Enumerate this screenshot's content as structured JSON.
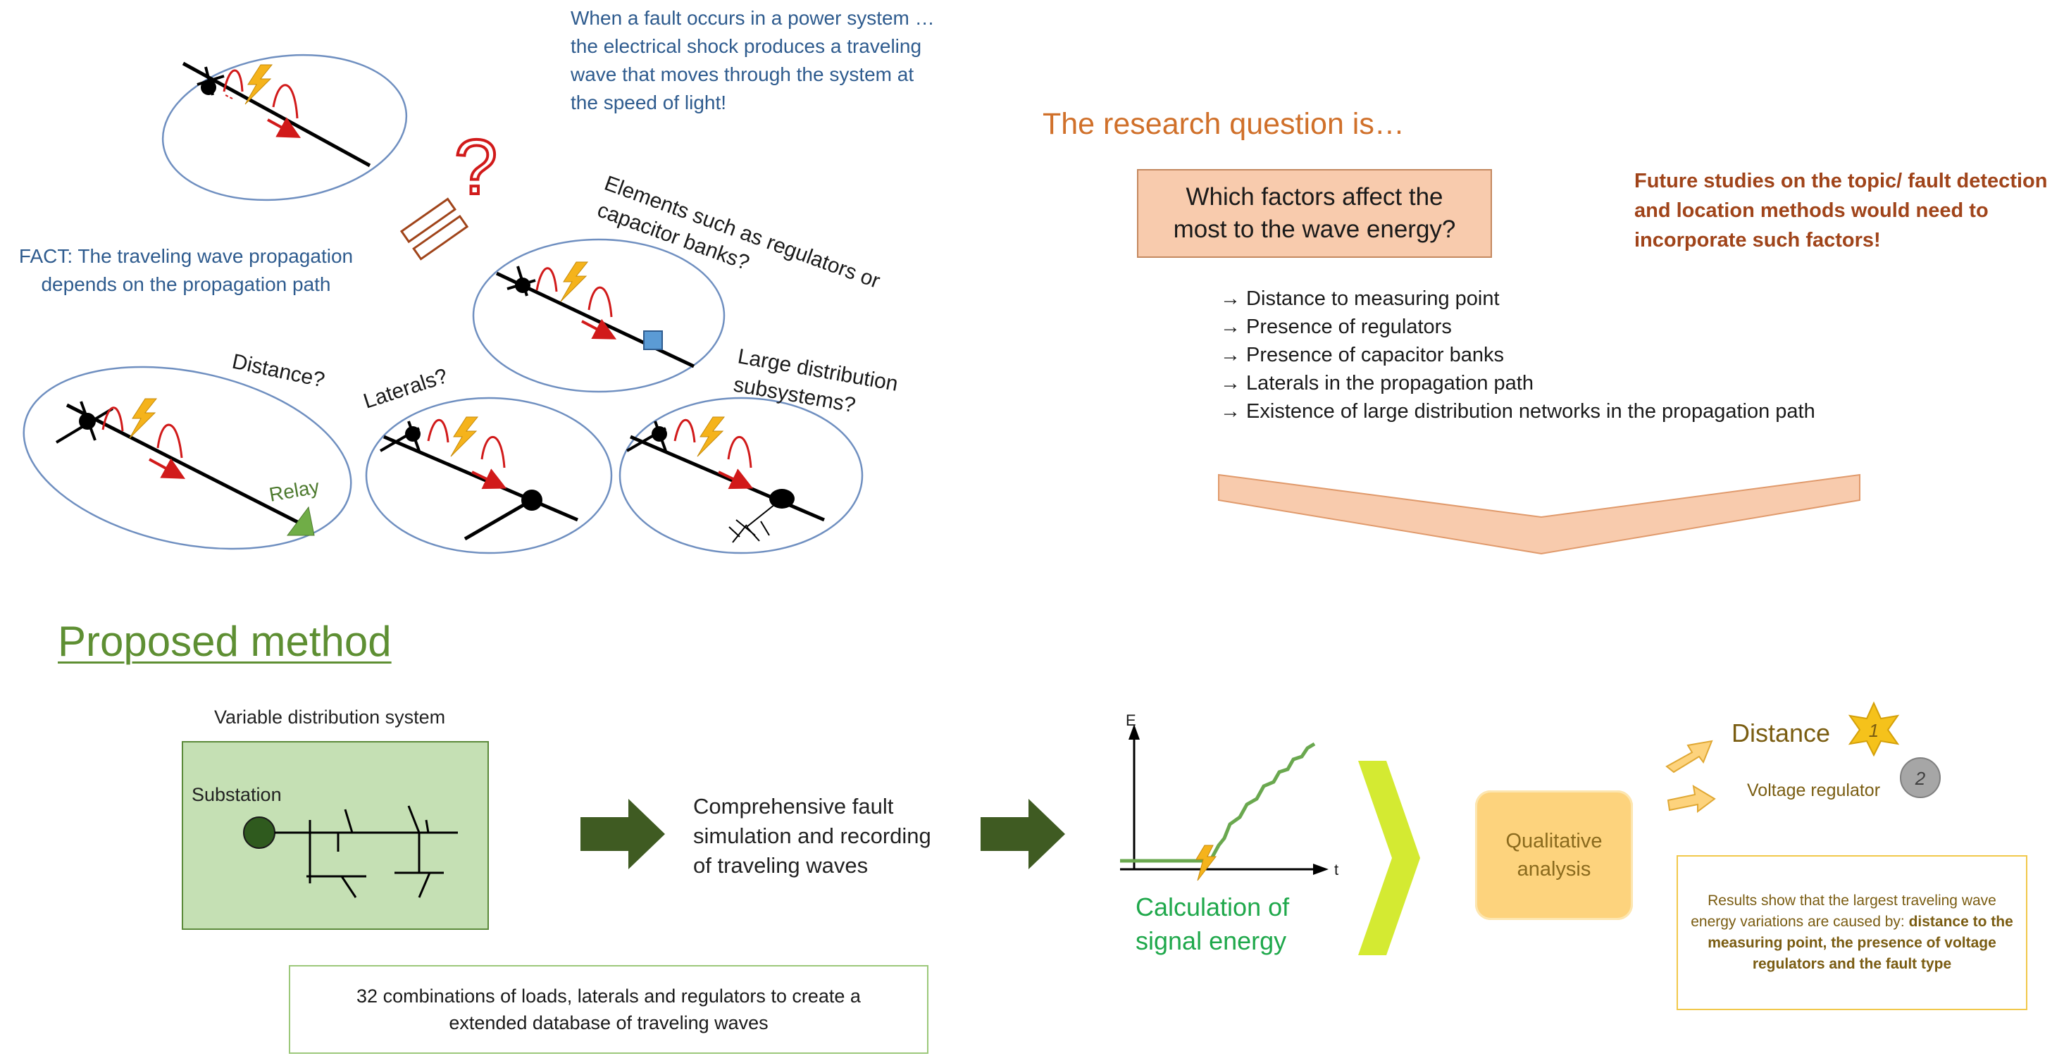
{
  "intro": {
    "fault_text": [
      "When a fault occurs in a power system …",
      "the electrical shock produces a traveling",
      "wave that moves through the system at",
      "the speed of light!"
    ],
    "fact_text": [
      "FACT: The traveling wave propagation",
      "depends on the propagation path"
    ],
    "question_mark": "?",
    "labels": {
      "elements": [
        "Elements such as regulators or",
        "capacitor banks?"
      ],
      "distance": "Distance?",
      "laterals": "Laterals?",
      "large": [
        "Large distribution",
        "subsystems?"
      ],
      "relay": "Relay"
    }
  },
  "research": {
    "title": "The research question is…",
    "question": [
      "Which factors affect the",
      "most to the wave energy?"
    ],
    "future": [
      "Future studies on the topic/ fault detection",
      "and location methods would need to",
      "incorporate such factors!"
    ],
    "factors": [
      "→ Distance to measuring point",
      "→ Presence of regulators",
      "→ Presence of capacitor banks",
      "→ Laterals in the propagation path",
      "→ Existence of large distribution networks in the propagation path"
    ]
  },
  "method": {
    "title": "Proposed method",
    "system_label": "Variable distribution system",
    "substation": "Substation",
    "simulation": [
      "Comprehensive fault",
      "simulation and recording",
      "of traveling waves"
    ],
    "database": [
      "32 combinations of loads, laterals and regulators to create a",
      "extended database of traveling waves"
    ],
    "axis_e": "E",
    "axis_t": "t",
    "calc": [
      "Calculation of",
      "signal energy"
    ],
    "qualitative": [
      "Qualitative",
      "analysis"
    ],
    "rank1_label": "Distance",
    "rank1_num": "1",
    "rank2_label": "Voltage regulator",
    "rank2_num": "2",
    "results_plain": "Results show that the largest traveling wave energy variations are caused by: ",
    "results_bold": "distance to the measuring point, the presence of voltage regulators and the fault type"
  },
  "colors": {
    "ellipse": "#6f8fc0",
    "wave": "#d11a1a",
    "lightning": "#f5b31b",
    "dark_arrow": "#3f5b22",
    "chevron": "#f8cbad",
    "lime": "#d4ea32"
  }
}
